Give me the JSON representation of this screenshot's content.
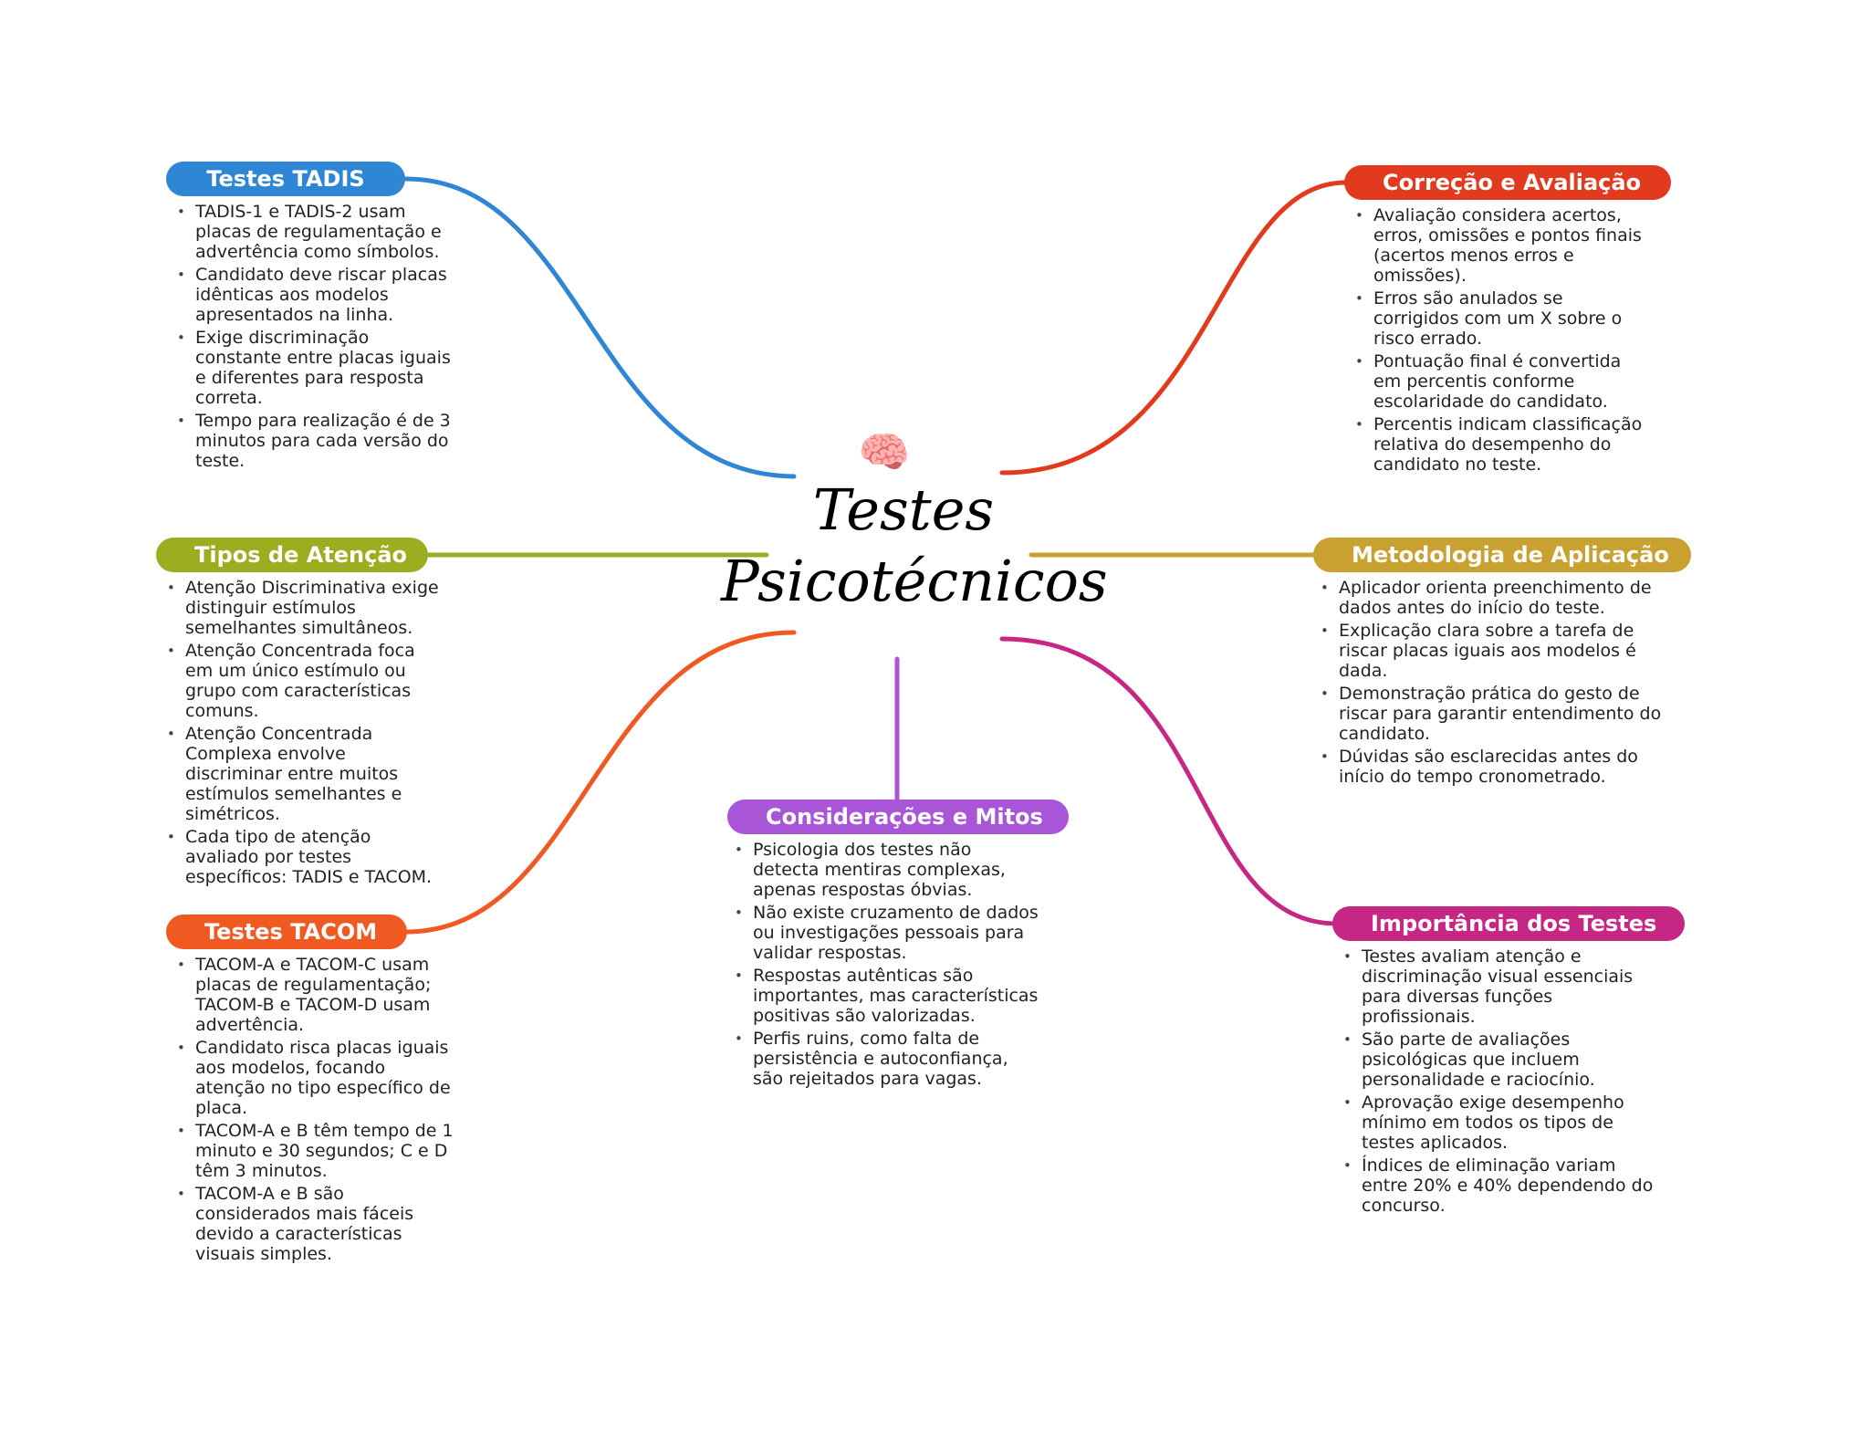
{
  "title_line1": "Testes",
  "title_line2": "Psicotécnicos",
  "center_icon": "brain-icon",
  "branches": {
    "tadis": {
      "label": "Testes TADIS",
      "color": "#2f86d4",
      "items": [
        "TADIS-1 e TADIS-2 usam placas de regulamentação e advertência como símbolos.",
        "Candidato deve riscar placas idênticas aos modelos apresentados na linha.",
        "Exige discriminação constante entre placas iguais e diferentes para resposta correta.",
        "Tempo para realização é de 3 minutos para cada versão do teste."
      ]
    },
    "atencao": {
      "label": "Tipos de Atenção",
      "color": "#9aae1f",
      "items": [
        "Atenção Discriminativa exige distinguir estímulos semelhantes simultâneos.",
        "Atenção Concentrada foca em um único estímulo ou grupo com características comuns.",
        "Atenção Concentrada Complexa envolve discriminar entre muitos estímulos semelhantes e simétricos.",
        "Cada tipo de atenção avaliado por testes específicos: TADIS e TACOM."
      ]
    },
    "tacom": {
      "label": "Testes TACOM",
      "color": "#f05a22",
      "items": [
        "TACOM-A e TACOM-C usam placas de regulamentação; TACOM-B e TACOM-D usam advertência.",
        "Candidato risca placas iguais aos modelos, focando atenção no tipo específico de placa.",
        "TACOM-A e B têm tempo de 1 minuto e 30 segundos; C e D têm 3 minutos.",
        "TACOM-A e B são considerados mais fáceis devido a características visuais simples."
      ]
    },
    "mitos": {
      "label": "Considerações e Mitos",
      "color": "#a855d8",
      "items": [
        "Psicologia dos testes não detecta mentiras complexas, apenas respostas óbvias.",
        "Não existe cruzamento de dados ou investigações pessoais para validar respostas.",
        "Respostas autênticas são importantes, mas características positivas são valorizadas.",
        "Perfis ruins, como falta de persistência e autoconfiança, são rejeitados para vagas."
      ]
    },
    "correcao": {
      "label": "Correção e Avaliação",
      "color": "#e23a1f",
      "items": [
        "Avaliação considera acertos, erros, omissões e pontos finais (acertos menos erros e omissões).",
        "Erros são anulados se corrigidos com um X sobre o risco errado.",
        "Pontuação final é convertida em percentis conforme escolaridade do candidato.",
        "Percentis indicam classificação relativa do desempenho do candidato no teste."
      ]
    },
    "metodologia": {
      "label": "Metodologia de Aplicação",
      "color": "#c9a130",
      "items": [
        "Aplicador orienta preenchimento de dados antes do início do teste.",
        "Explicação clara sobre a tarefa de riscar placas iguais aos modelos é dada.",
        "Demonstração prática do gesto de riscar para garantir entendimento do candidato.",
        "Dúvidas são esclarecidas antes do início do tempo cronometrado."
      ]
    },
    "importancia": {
      "label": "Importância dos Testes",
      "color": "#c72784",
      "items": [
        "Testes avaliam atenção e discriminação visual essenciais para diversas funções profissionais.",
        "São parte de avaliações psicológicas que incluem personalidade e raciocínio.",
        "Aprovação exige desempenho mínimo em todos os tipos de testes aplicados.",
        "Índices de eliminação variam entre 20% e 40% dependendo do concurso."
      ]
    }
  }
}
